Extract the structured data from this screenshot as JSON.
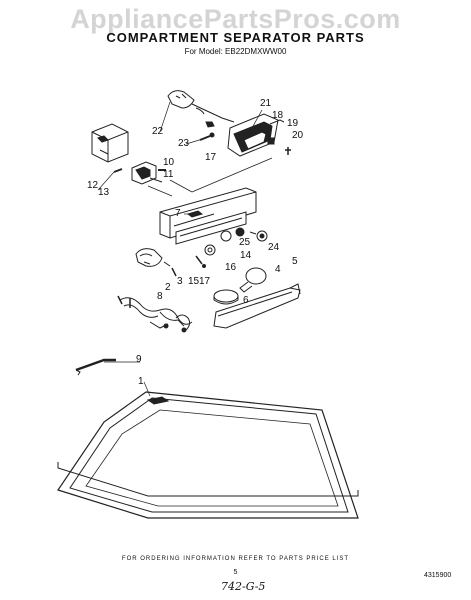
{
  "watermark": "AppliancePartsPros.com",
  "header": {
    "title": "COMPARTMENT SEPARATOR PARTS",
    "model_line": "For Model: EB22DMXWW00"
  },
  "callouts": [
    "22",
    "21",
    "18",
    "19",
    "20",
    "23",
    "17",
    "10",
    "11",
    "12",
    "13",
    "7",
    "25",
    "24",
    "14",
    "16",
    "4",
    "5",
    "2",
    "3",
    "15",
    "17",
    "6",
    "8",
    "9",
    "1"
  ],
  "footer": {
    "ordering_note": "FOR ORDERING INFORMATION REFER TO PARTS PRICE LIST",
    "page_number": "5",
    "handwritten_code": "742-G-5",
    "document_number": "4315900"
  }
}
